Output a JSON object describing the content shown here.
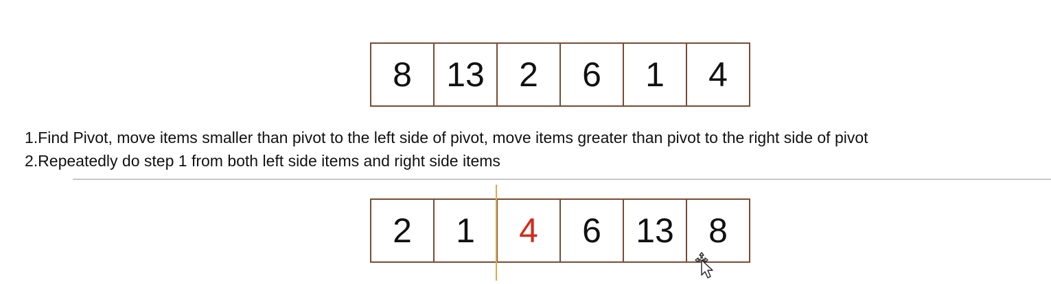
{
  "top_array": [
    "8",
    "13",
    "2",
    "6",
    "1",
    "4"
  ],
  "steps": [
    "1.Find Pivot, move items smaller than pivot to the left side of pivot, move items greater than pivot to the right side of pivot",
    "2.Repeatedly do step 1 from both left side items and right side items"
  ],
  "bottom_array": [
    "2",
    "1",
    "4",
    "6",
    "13",
    "8"
  ],
  "pivot_index": 2,
  "colors": {
    "pivot": "#d6281a",
    "cell_border": "#7a4a32",
    "split_line": "#e0a64a",
    "divider": "#c8c8c8"
  },
  "icons": {
    "cursor": "mouse-pointer-move-icon"
  }
}
